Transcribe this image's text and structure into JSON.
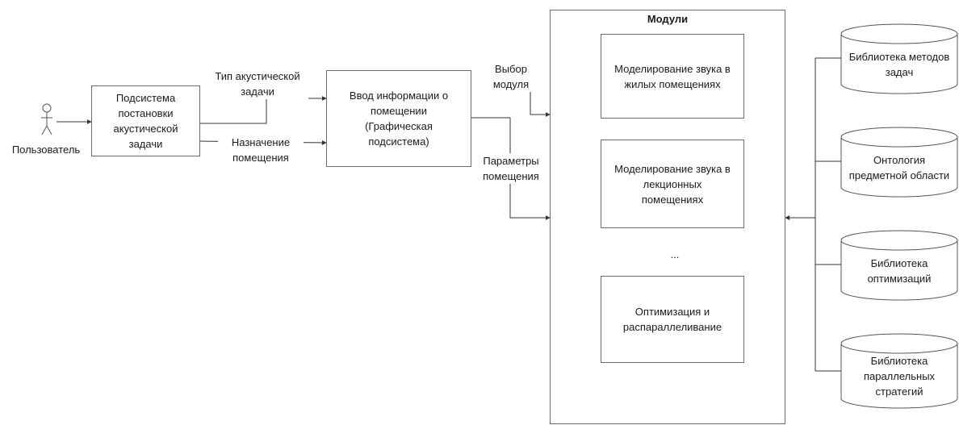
{
  "actor": {
    "label": "Пользователь"
  },
  "boxes": {
    "task_subsystem": "Подсистема\nпостановки\nакустической\nзадачи",
    "room_input": "Ввод информации о\nпомещении\n(Графическая\nподсистема)"
  },
  "edge_labels": {
    "task_type": "Тип акустической\nзадачи",
    "room_purpose": "Назначение\nпомещения",
    "module_choice": "Выбор\nмодуля",
    "room_params": "Параметры\nпомещения"
  },
  "modules": {
    "title": "Модули",
    "items": [
      "Моделирование звука в\nжилых помещениях",
      "Моделирование звука в\nлекционных\nпомещениях",
      "Оптимизация и\nраспараллеливание"
    ],
    "ellipsis": "..."
  },
  "libraries": [
    "Библиотека методов\nзадач",
    "Онтология\nпредметной области",
    "Библиотека\nоптимизаций",
    "Библиотека\nпараллельных\nстратегий"
  ]
}
